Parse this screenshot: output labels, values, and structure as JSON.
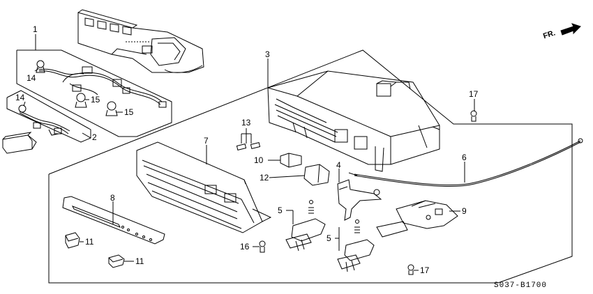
{
  "diagram": {
    "direction_label": "FR.",
    "drawing_code": "S037-B1700",
    "callouts": [
      {
        "id": "c1",
        "text": "1"
      },
      {
        "id": "c2",
        "text": "2"
      },
      {
        "id": "c3",
        "text": "3"
      },
      {
        "id": "c4",
        "text": "4"
      },
      {
        "id": "c5a",
        "text": "5"
      },
      {
        "id": "c5b",
        "text": "5"
      },
      {
        "id": "c6",
        "text": "6"
      },
      {
        "id": "c7",
        "text": "7"
      },
      {
        "id": "c8",
        "text": "8"
      },
      {
        "id": "c9",
        "text": "9"
      },
      {
        "id": "c10",
        "text": "10"
      },
      {
        "id": "c11a",
        "text": "11"
      },
      {
        "id": "c11b",
        "text": "11"
      },
      {
        "id": "c12",
        "text": "12"
      },
      {
        "id": "c13",
        "text": "13"
      },
      {
        "id": "c14a",
        "text": "14"
      },
      {
        "id": "c14b",
        "text": "14"
      },
      {
        "id": "c15a",
        "text": "15"
      },
      {
        "id": "c15b",
        "text": "15"
      },
      {
        "id": "c16",
        "text": "16"
      },
      {
        "id": "c17a",
        "text": "17"
      },
      {
        "id": "c17b",
        "text": "17"
      }
    ]
  }
}
